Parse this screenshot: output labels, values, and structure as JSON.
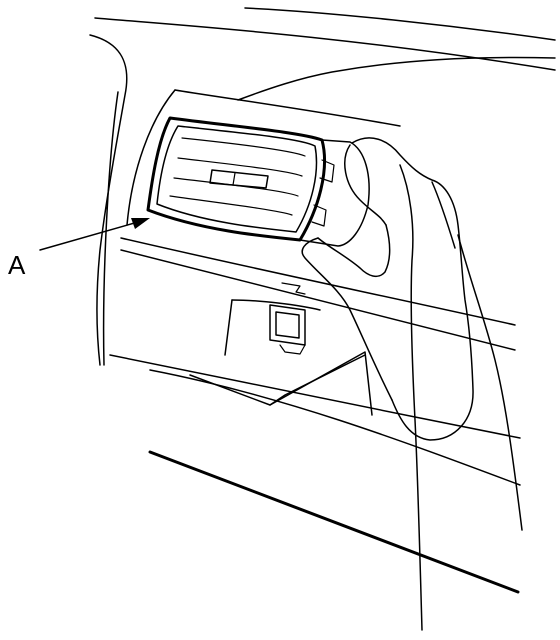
{
  "figure": {
    "callout_label": "A",
    "line_color": "#000000",
    "background_color": "#ffffff",
    "subjects": [
      "dashboard",
      "air-vent",
      "hand",
      "storage-tray",
      "clip-slot"
    ]
  }
}
